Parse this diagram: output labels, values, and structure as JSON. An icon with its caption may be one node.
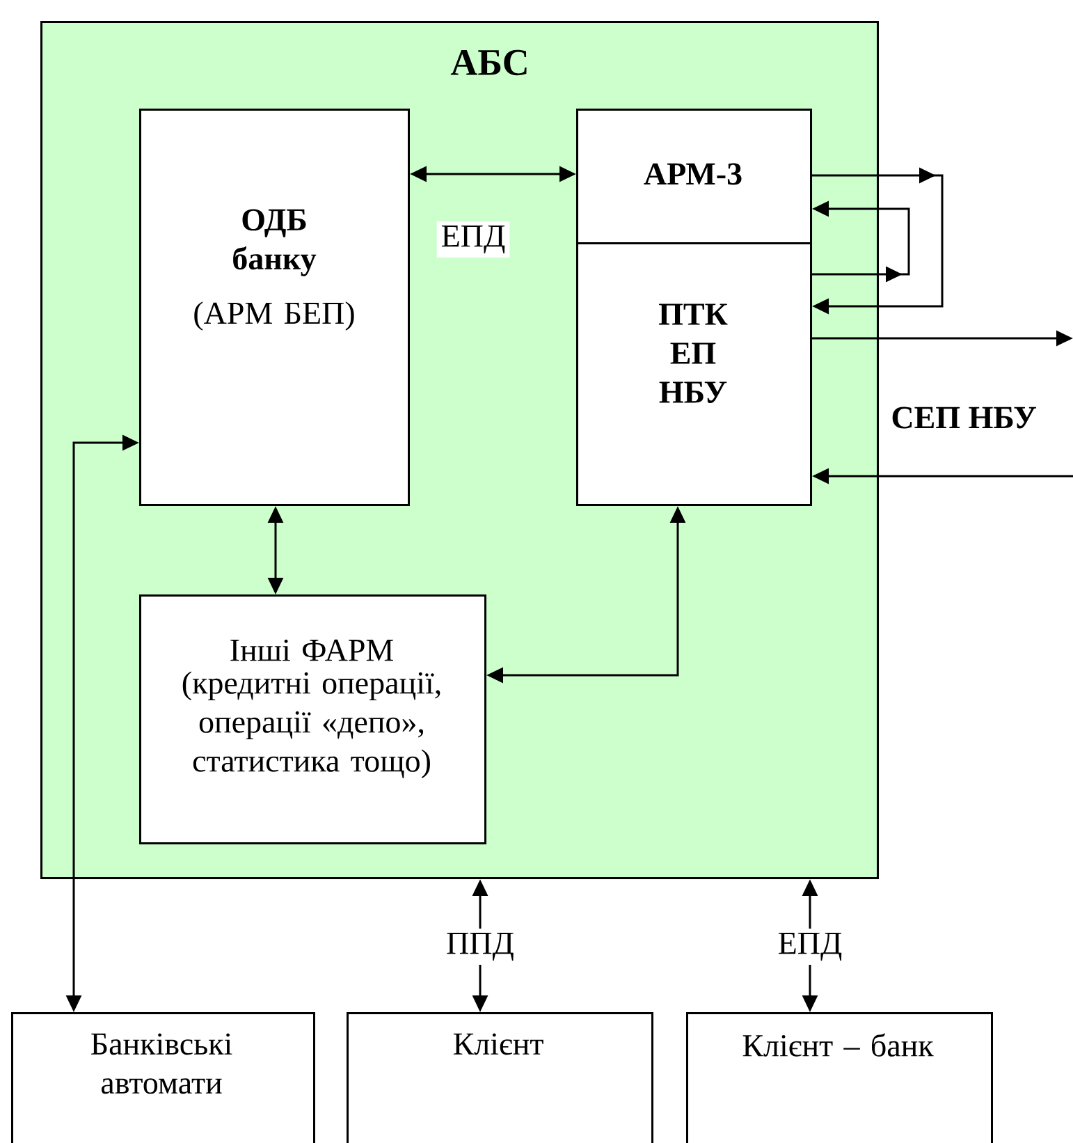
{
  "diagram": {
    "nodes": [
      {
        "text": [
          "АБС"
        ]
      },
      {
        "text": [
          "ОДБ банку",
          "(АРМ БЕП)"
        ],
        "in": 0
      },
      {
        "text": [
          "АРМ-3"
        ],
        "in": 0
      },
      {
        "text": [
          "ПТК ЕП НБУ"
        ],
        "in": 0
      },
      {
        "text": [
          "Інші ФАРМ",
          "(кредитні операції, операції «депо», статистика тощо)"
        ],
        "in": 0
      },
      {
        "text": [
          "Банківські автомати"
        ]
      },
      {
        "text": [
          "Клієнт"
        ]
      },
      {
        "text": [
          "Клієнт – банк"
        ]
      }
    ],
    "edges": [
      {
        "from": 1,
        "to": 2,
        "arrow": "both",
        "label": "ЕПД"
      },
      {
        "from": 1,
        "to": 4,
        "arrow": "both"
      },
      {
        "from": 4,
        "to": 3,
        "arrow": "both"
      },
      {
        "from": 5,
        "to": 1,
        "arrow": "both"
      },
      {
        "from": 2,
        "to": 3,
        "arrow": "to"
      },
      {
        "from": 3,
        "to": 2,
        "arrow": "to"
      },
      {
        "from": 3,
        "to": null,
        "arrow": "to"
      },
      {
        "from": null,
        "to": 3,
        "arrow": "to"
      },
      {
        "from": 6,
        "to": 0,
        "arrow": "both",
        "label": "ППД"
      },
      {
        "from": 7,
        "to": 0,
        "arrow": "both",
        "label": "ЕПД"
      }
    ],
    "labels": [
      "СЕП НБУ"
    ]
  }
}
